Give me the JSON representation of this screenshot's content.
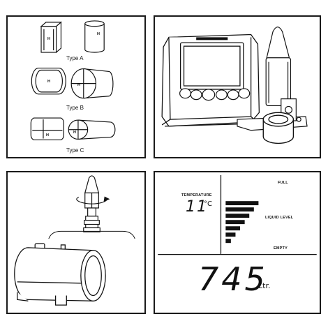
{
  "tank_types": {
    "type_a": "Type A",
    "type_b": "Type B",
    "type_c": "Type C",
    "dimension_marker": "H"
  },
  "lcd": {
    "full_label": "FULL",
    "temperature_label": "TEMPERATURE",
    "temperature_value": "11",
    "temperature_unit": "°C",
    "liquid_level_label": "LIQUID LEVEL",
    "empty_label": "EMPTY",
    "volume_value": "745",
    "volume_unit": "Ltr.",
    "level_bars": [
      1.0,
      0.86,
      0.72,
      0.58,
      0.44,
      0.3,
      0.16
    ]
  },
  "device": {
    "button_count": 6
  }
}
